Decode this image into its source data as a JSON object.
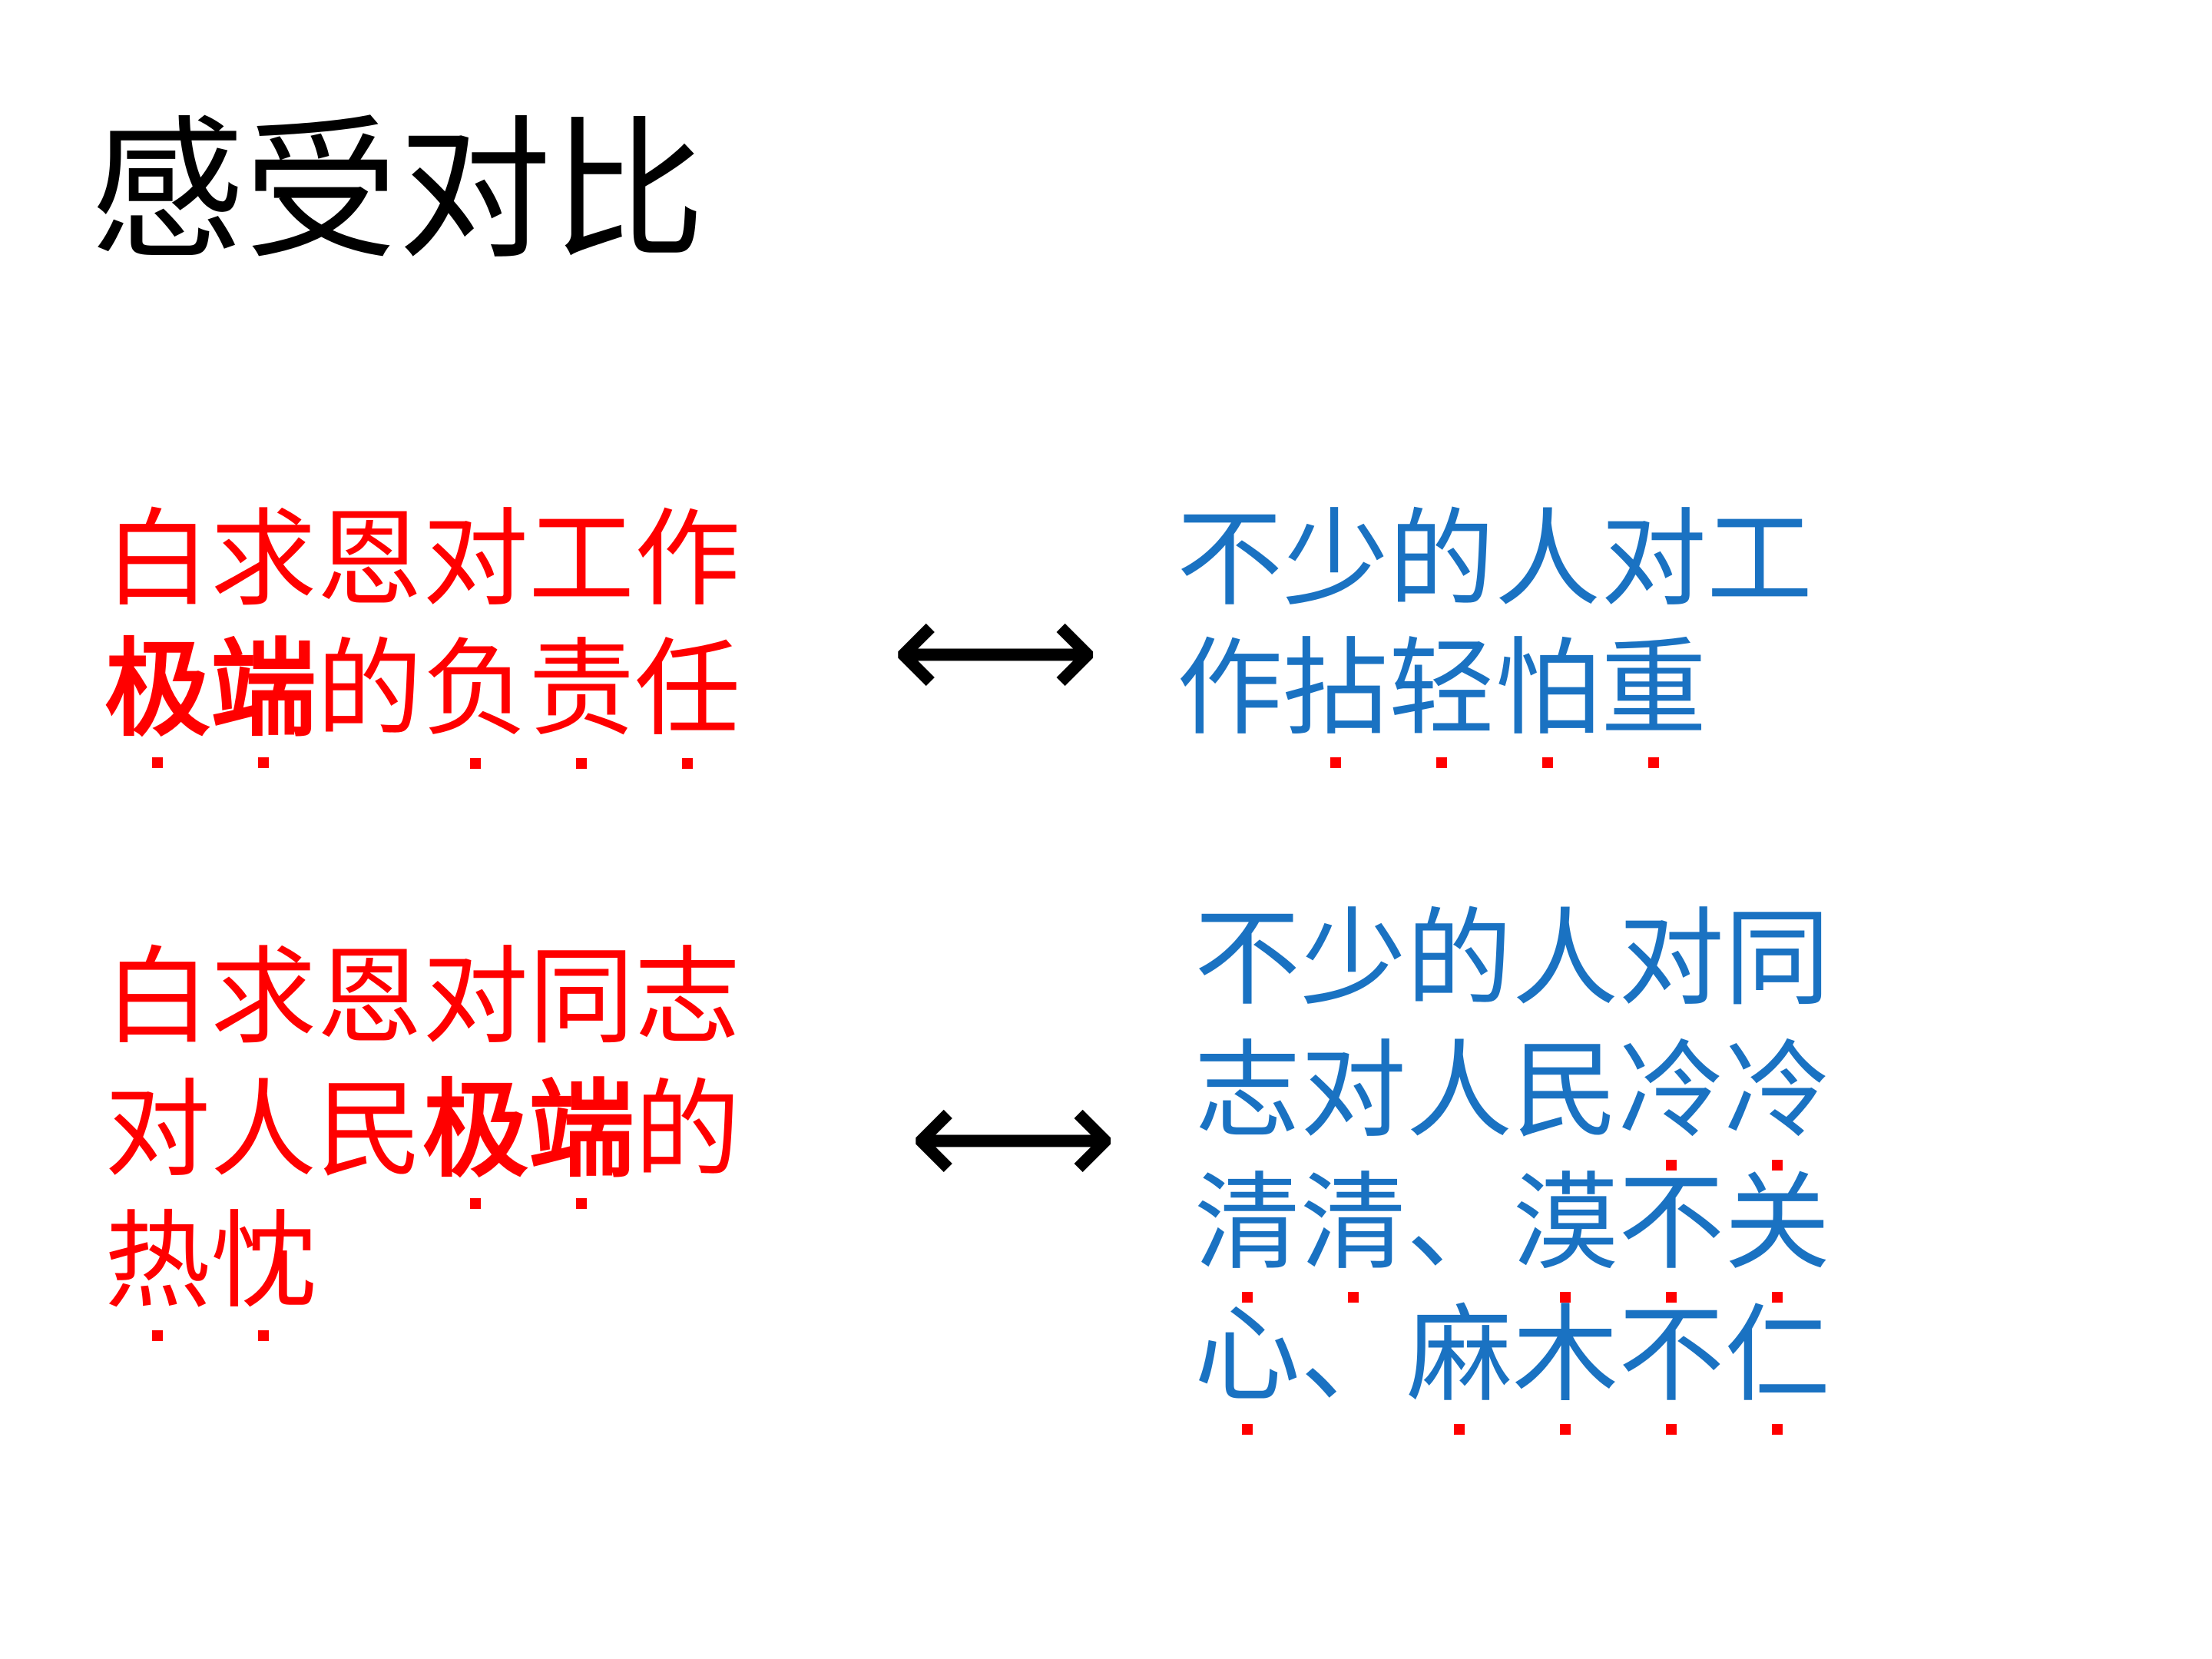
{
  "title": "感受对比",
  "rows": [
    {
      "left": {
        "line1": [
          "白求恩对工作"
        ],
        "line2": {
          "bold": "极端",
          "rest": "的负责任"
        },
        "chars": {
          "c1": "极",
          "c2": "端",
          "c3": "的",
          "c4": "负",
          "c5": "责",
          "c6": "任"
        }
      },
      "arrow": "⟷",
      "right": {
        "line1": "不少的人对工",
        "line2": {
          "c1": "作",
          "c2": "拈",
          "c3": "轻",
          "c4": "怕",
          "c5": "重"
        }
      }
    },
    {
      "left": {
        "line1": "白求恩对同志",
        "line2": {
          "pre": "对人民",
          "c1": "极",
          "c2": "端",
          "post": "的"
        },
        "line3": {
          "c1": "热",
          "c2": "忱"
        }
      },
      "arrow": "⟷",
      "right": {
        "line1": "不少的人对同",
        "line2": {
          "pre": "志对人民",
          "c1": "冷",
          "c2": "冷"
        },
        "line3": {
          "c1": "清",
          "c2": "清",
          "sep": "、",
          "c3": "漠",
          "c4": "不",
          "c5": "关"
        },
        "line4": {
          "c1": "心",
          "sep": "、",
          "c2": "麻",
          "c3": "木",
          "c4": "不",
          "c5": "仁"
        }
      }
    }
  ],
  "colors": {
    "left_text": "#ff0000",
    "right_text": "#1a72c2",
    "emphasis_dot": "#ff0000"
  }
}
